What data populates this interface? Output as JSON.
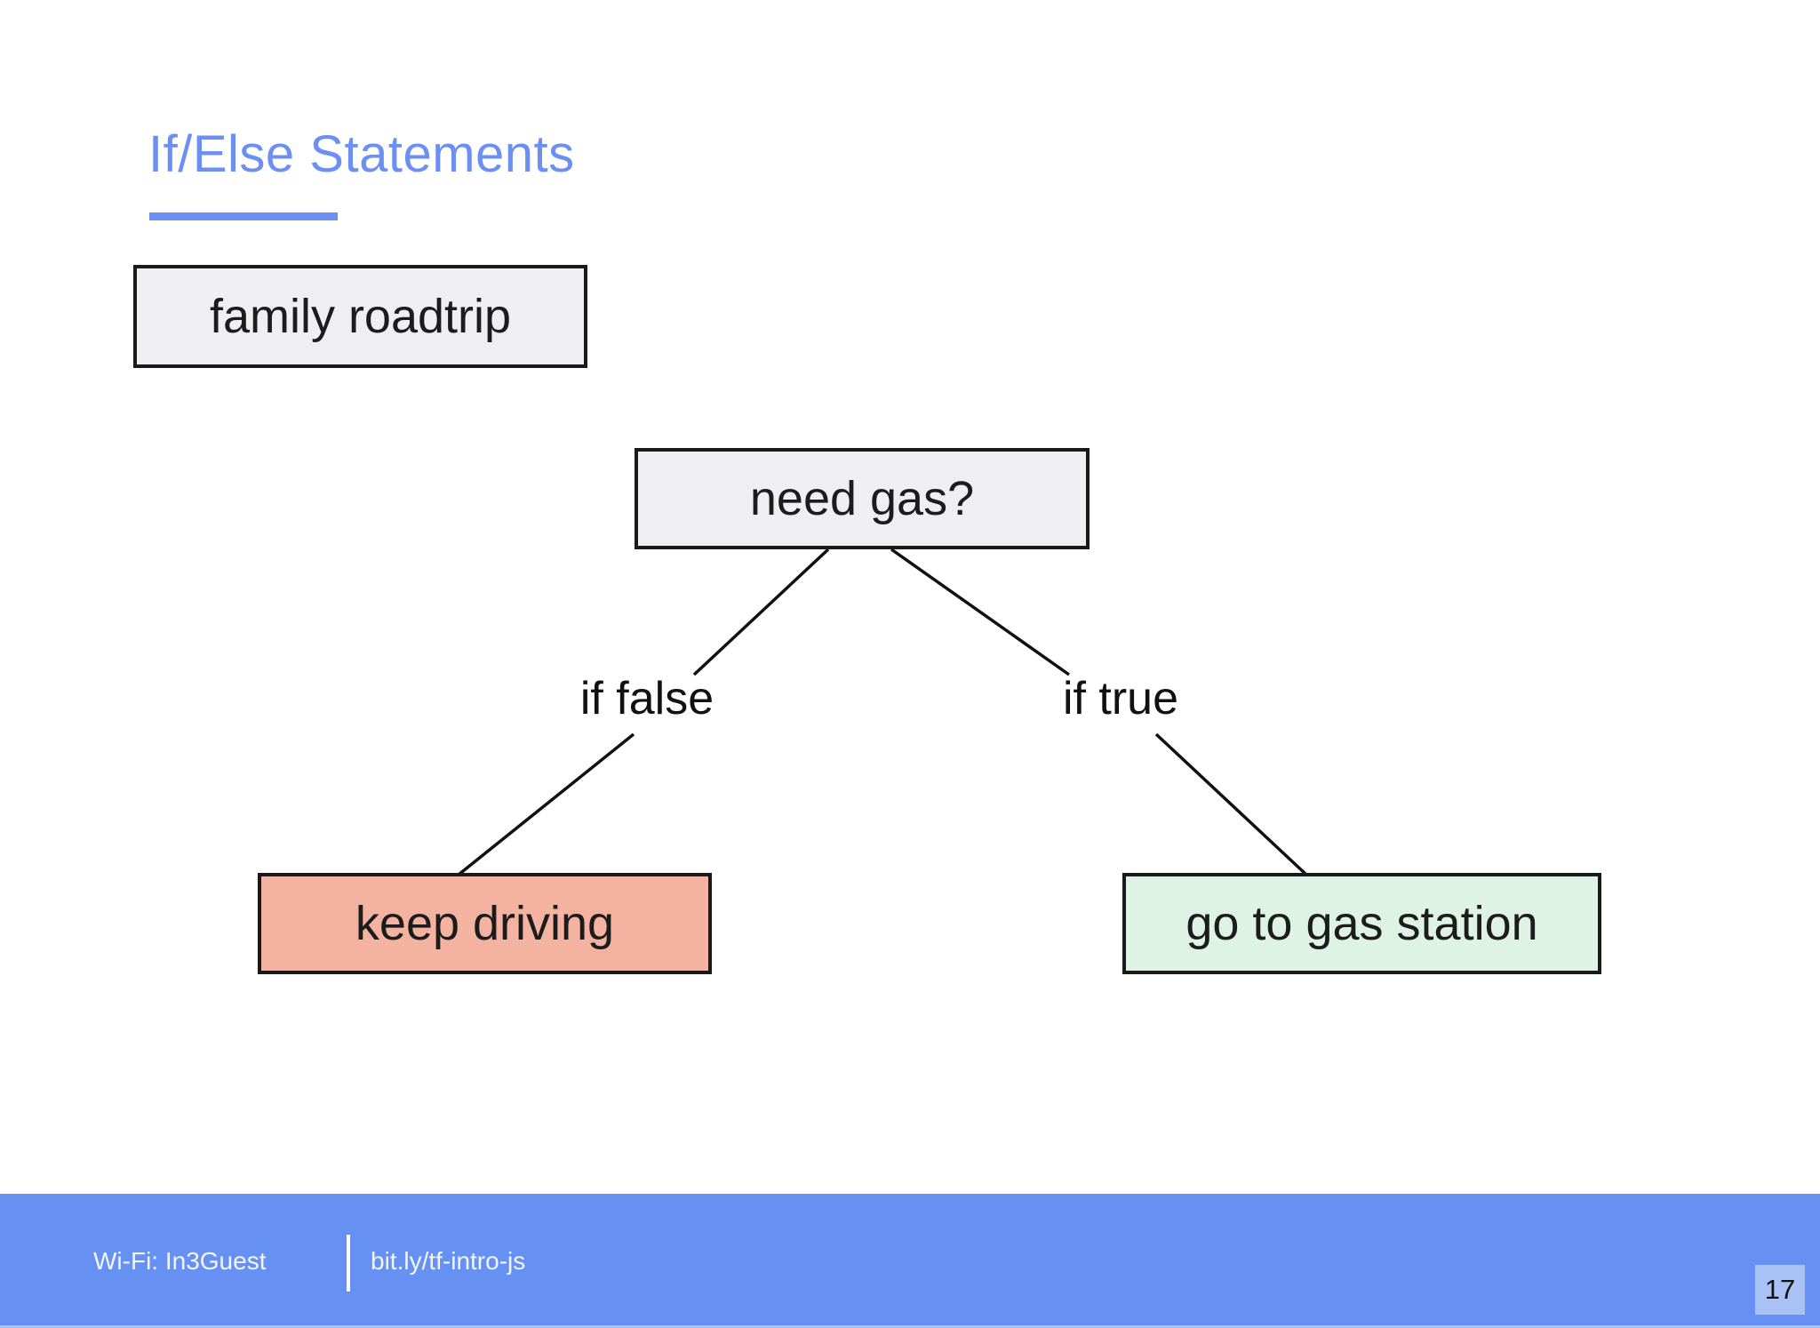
{
  "slide": {
    "title": "If/Else Statements",
    "page_number": "17"
  },
  "diagram": {
    "type": "decision-tree",
    "nodes": [
      {
        "id": "root",
        "label": "family roadtrip",
        "fill": "#efeff1"
      },
      {
        "id": "decision",
        "label": "need gas?",
        "fill": "#efeff1"
      },
      {
        "id": "false-result",
        "label": "keep driving",
        "fill": "#f4b3a0"
      },
      {
        "id": "true-result",
        "label": "go to gas station",
        "fill": "#dff2e6"
      }
    ],
    "branch_labels": {
      "false": "if false",
      "true": "if true"
    },
    "edges": [
      {
        "from": "decision",
        "to": "false-result",
        "label": "if false"
      },
      {
        "from": "decision",
        "to": "true-result",
        "label": "if true"
      }
    ]
  },
  "footer": {
    "wifi_label": "Wi-Fi: In3Guest",
    "link_label": "bit.ly/tf-intro-js"
  },
  "colors": {
    "accent_blue": "#6b8ff2",
    "footer_blue": "#6691f2",
    "badge_blue": "#a9c2f5",
    "node_gray": "#efeff1",
    "node_salmon": "#f4b3a0",
    "node_mint": "#dff2e6",
    "line_black": "#111111"
  }
}
